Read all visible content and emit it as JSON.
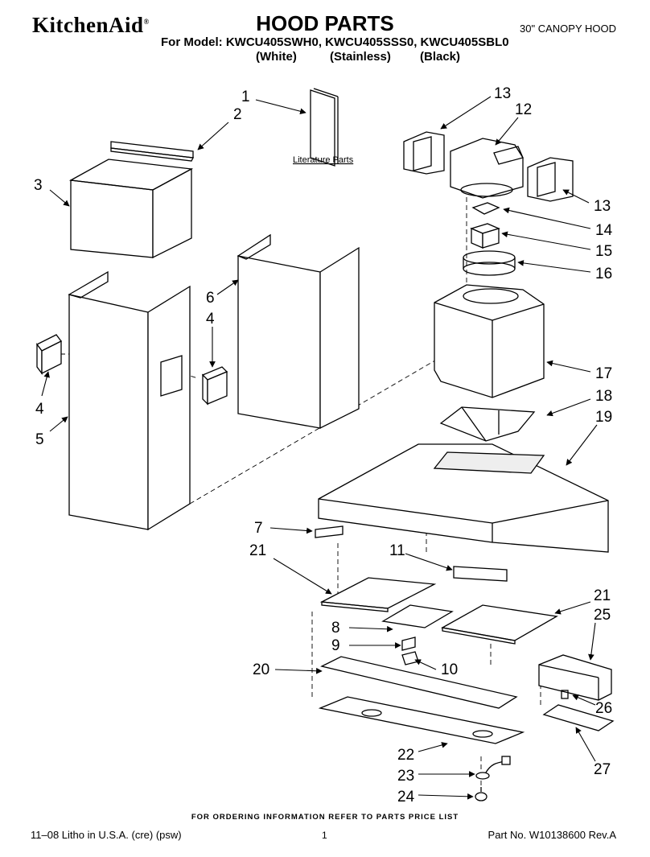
{
  "header": {
    "brand": "KitchenAid",
    "title": "HOOD PARTS",
    "model_line": "For Model: KWCU405SWH0, KWCU405SSS0, KWCU405SBL0",
    "color_white": "(White)",
    "color_stainless": "(Stainless)",
    "color_black": "(Black)",
    "hood_type": "30\" CANOPY HOOD"
  },
  "diagram": {
    "literature_label": "Literature Parts",
    "callouts": {
      "c1": "1",
      "c2": "2",
      "c3": "3",
      "c4a": "4",
      "c4b": "4",
      "c5": "5",
      "c6": "6",
      "c7": "7",
      "c8": "8",
      "c9": "9",
      "c10": "10",
      "c11": "11",
      "c12": "12",
      "c13a": "13",
      "c13b": "13",
      "c14": "14",
      "c15": "15",
      "c16": "16",
      "c17": "17",
      "c18": "18",
      "c19": "19",
      "c20": "20",
      "c21a": "21",
      "c21b": "21",
      "c22": "22",
      "c23": "23",
      "c24": "24",
      "c25": "25",
      "c26": "26",
      "c27": "27"
    }
  },
  "footer": {
    "note": "FOR ORDERING INFORMATION REFER TO PARTS PRICE LIST",
    "litho": "11–08 Litho in U.S.A. (cre) (psw)",
    "page": "1",
    "part_no": "Part No. W10138600 Rev.A"
  }
}
